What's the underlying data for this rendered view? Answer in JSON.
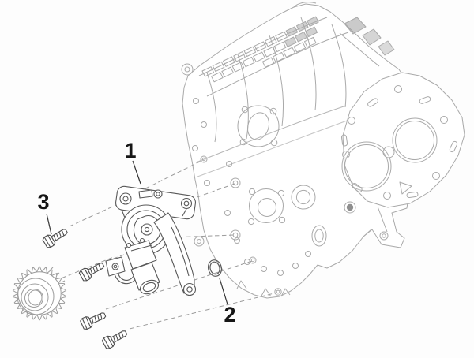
{
  "diagram": {
    "background": "#fdfdfd",
    "colors": {
      "engine_line": "#a9a9a9",
      "part_line": "#585858",
      "sprocket_line": "#9c9c9c",
      "dashed_guide_line": "#9b9b9b",
      "callout_text": "#161616",
      "leader_line": "#333333"
    },
    "callouts": [
      {
        "label": "1",
        "points_to": "oil-pump-assembly"
      },
      {
        "label": "2",
        "points_to": "o-ring-seal"
      },
      {
        "label": "3",
        "points_to": "flanged-screw"
      }
    ],
    "parts": {
      "background": "engine-crankcase-with-head-gasket",
      "foreground": [
        "oil-pump-assembly",
        "timing-sprocket",
        "flanged-screws",
        "o-ring-seal"
      ],
      "screw_count": 4
    }
  }
}
